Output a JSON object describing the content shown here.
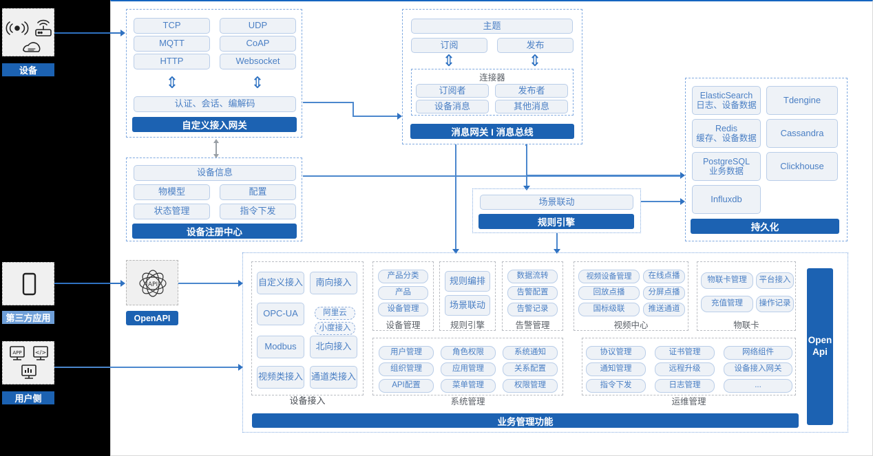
{
  "left_rail": {
    "panels": [
      {
        "name": "device",
        "label": "设备",
        "icons": [
          "wifi-signal-icon",
          "router-icon",
          "cloud-icon"
        ],
        "label_style": "solid"
      },
      {
        "name": "third-party-app",
        "label": "第三方应用",
        "icons": [
          "mobile-phone-icon"
        ],
        "label_style": "light"
      },
      {
        "name": "user-side",
        "label": "用户侧",
        "icons": [
          "app-window-icon",
          "code-window-icon",
          "chart-window-icon"
        ],
        "label_style": "solid"
      }
    ]
  },
  "openapi": {
    "icon": "api-atom-icon",
    "label": "OpenAPI"
  },
  "open_api_vertical": {
    "line1": "Open",
    "line2": "Api"
  },
  "access_gateway": {
    "protocols": [
      "TCP",
      "UDP",
      "MQTT",
      "CoAP",
      "HTTP",
      "Websocket"
    ],
    "middle": "认证、会话、编解码",
    "footer": "自定义接入网关"
  },
  "message_gateway": {
    "topic": "主题",
    "sub": "订阅",
    "pub": "发布",
    "connector_title": "连接器",
    "connector_items": [
      "订阅者",
      "发布者",
      "设备消息",
      "其他消息"
    ],
    "footer": "消息网关 I 消息总线"
  },
  "device_registry": {
    "header": "设备信息",
    "items": [
      "物模型",
      "配置",
      "状态管理",
      "指令下发"
    ],
    "footer": "设备注册中心"
  },
  "rule_engine": {
    "item": "场景联动",
    "footer": "规则引擎"
  },
  "persistence": {
    "items": [
      {
        "name": "ElasticSearch",
        "desc": "日志、设备数据"
      },
      {
        "name": "Tdengine",
        "desc": ""
      },
      {
        "name": "Redis",
        "desc": "缓存、设备数据"
      },
      {
        "name": "Cassandra",
        "desc": ""
      },
      {
        "name": "PostgreSQL",
        "desc": "业务数据"
      },
      {
        "name": "Clickhouse",
        "desc": ""
      },
      {
        "name": "Influxdb",
        "desc": ""
      }
    ],
    "footer": "持久化"
  },
  "business": {
    "footer": "业务管理功能",
    "groups": [
      {
        "name": "device-access",
        "title": "设备接入",
        "items": [
          "自定义接入",
          "南向接入",
          "OPC-UA",
          "阿里云",
          "小度接入",
          "Modbus",
          "北向接入",
          "视频类接入",
          "通道类接入"
        ]
      },
      {
        "name": "device-management",
        "title": "设备管理",
        "items": [
          "产品分类",
          "产品",
          "设备管理"
        ]
      },
      {
        "name": "rule-engine",
        "title": "规则引擎",
        "items": [
          "规则编排",
          "场景联动"
        ]
      },
      {
        "name": "alarm-management",
        "title": "告警管理",
        "items": [
          "数据流转",
          "告警配置",
          "告警记录"
        ]
      },
      {
        "name": "video-center",
        "title": "视频中心",
        "items": [
          "视频设备管理",
          "在线点播",
          "回放点播",
          "分屏点播",
          "国标级联",
          "推送通道"
        ]
      },
      {
        "name": "iot-card",
        "title": "物联卡",
        "items": [
          "物联卡管理",
          "平台接入",
          "充值管理",
          "操作记录"
        ]
      },
      {
        "name": "system-management",
        "title": "系统管理",
        "items": [
          "用户管理",
          "角色权限",
          "系统通知",
          "组织管理",
          "应用管理",
          "关系配置",
          "API配置",
          "菜单管理",
          "权限管理"
        ]
      },
      {
        "name": "ops-management",
        "title": "运维管理",
        "items": [
          "协议管理",
          "证书管理",
          "网络组件",
          "通知管理",
          "远程升级",
          "设备接入网关",
          "指令下发",
          "日志管理",
          "..."
        ]
      }
    ]
  },
  "colors": {
    "accent": "#1c62b2",
    "chip_text": "#4a7fc4",
    "chip_bg": "#eef2f7",
    "chip_border": "#b9cde8",
    "rail_bg": "#000000",
    "line": "#2f72c2"
  }
}
